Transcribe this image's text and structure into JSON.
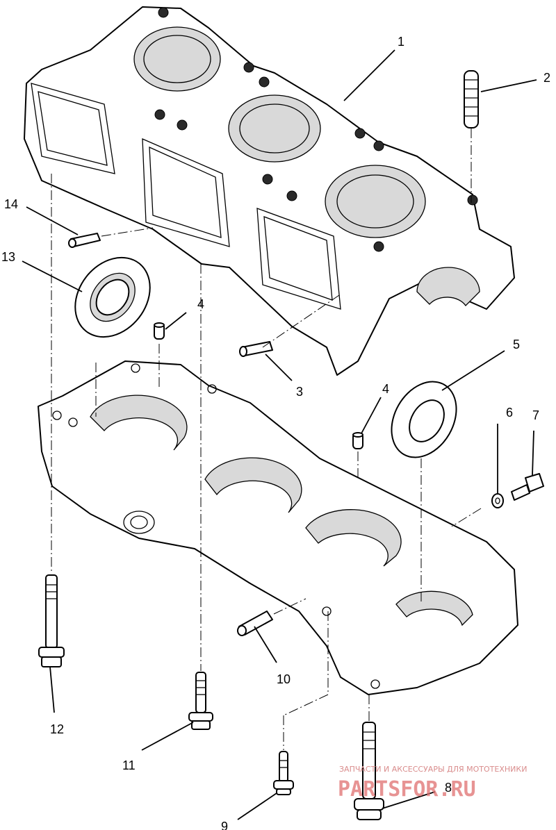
{
  "diagram": {
    "callouts": [
      {
        "id": "1",
        "label": "1"
      },
      {
        "id": "2",
        "label": "2"
      },
      {
        "id": "3",
        "label": "3"
      },
      {
        "id": "4a",
        "label": "4"
      },
      {
        "id": "4b",
        "label": "4"
      },
      {
        "id": "5",
        "label": "5"
      },
      {
        "id": "6",
        "label": "6"
      },
      {
        "id": "7",
        "label": "7"
      },
      {
        "id": "8",
        "label": "8"
      },
      {
        "id": "9",
        "label": "9"
      },
      {
        "id": "10",
        "label": "10"
      },
      {
        "id": "11",
        "label": "11"
      },
      {
        "id": "12",
        "label": "12"
      },
      {
        "id": "13",
        "label": "13"
      },
      {
        "id": "14",
        "label": "14"
      }
    ]
  },
  "watermark": {
    "tagline": "ЗАПЧАСТИ И АКСЕССУАРЫ ДЛЯ МОТОТЕХНИКИ",
    "brand": "PARTSFOR.RU"
  }
}
